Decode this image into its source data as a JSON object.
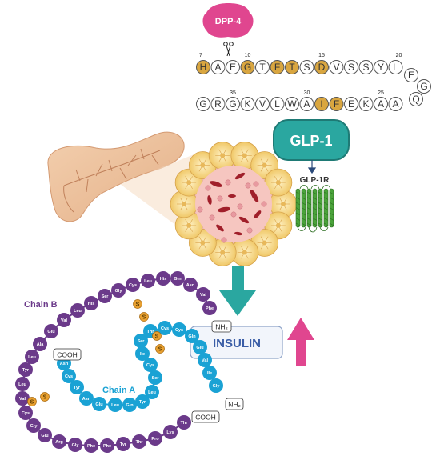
{
  "enzyme": {
    "label": "DPP-4",
    "color": "#e0468f"
  },
  "glp1_chain": {
    "row1": [
      "H",
      "A",
      "E",
      "G",
      "T",
      "F",
      "T",
      "S",
      "D",
      "V",
      "S",
      "S",
      "Y",
      "L"
    ],
    "row1_highlight": [
      0,
      3,
      5,
      6,
      8
    ],
    "turn": [
      "E",
      "G",
      "Q"
    ],
    "row2": [
      "G",
      "R",
      "G",
      "K",
      "V",
      "L",
      "W",
      "A",
      "I",
      "F",
      "E",
      "K",
      "A",
      "A"
    ],
    "row2_highlight": [
      8,
      9
    ],
    "numbers_top": [
      "7",
      "10",
      "15",
      "20"
    ],
    "numbers_bottom": [
      "35",
      "30",
      "25"
    ],
    "highlight_color": "#d9a640"
  },
  "glp1_box": {
    "label": "GLP-1",
    "color": "#2aa7a0"
  },
  "receptor": {
    "label": "GLP-1R"
  },
  "insulin": {
    "label": "INSULIN",
    "chain_b_label": "Chain B",
    "chain_a_label": "Chain A",
    "chain_b_color": "#6b3a8a",
    "chain_a_color": "#1aa2d4",
    "chain_b_residues": [
      "Phe",
      "Val",
      "Asn",
      "Gln",
      "His",
      "Leu",
      "Cys",
      "Gly",
      "Ser",
      "His",
      "Leu",
      "Val",
      "Glu",
      "Ala",
      "Leu",
      "Tyr",
      "Leu",
      "Val",
      "Cys",
      "Gly",
      "Glu",
      "Arg",
      "Gly",
      "Phe",
      "Phe",
      "Tyr",
      "Thr",
      "Pro",
      "Lys",
      "Thr"
    ],
    "chain_a_residues": [
      "Gly",
      "Ile",
      "Val",
      "Glu",
      "Gln",
      "Cys",
      "Cys",
      "Thr",
      "Ser",
      "Ile",
      "Cys",
      "Ser",
      "Leu",
      "Tyr",
      "Gln",
      "Leu",
      "Glu",
      "Asn",
      "Tyr",
      "Cys",
      "Asn"
    ],
    "disulfide": "S",
    "nh2": "NH₂",
    "cooh": "COOH",
    "arrow_color": "#e0468f",
    "down_arrow_color": "#2aa7a0"
  }
}
